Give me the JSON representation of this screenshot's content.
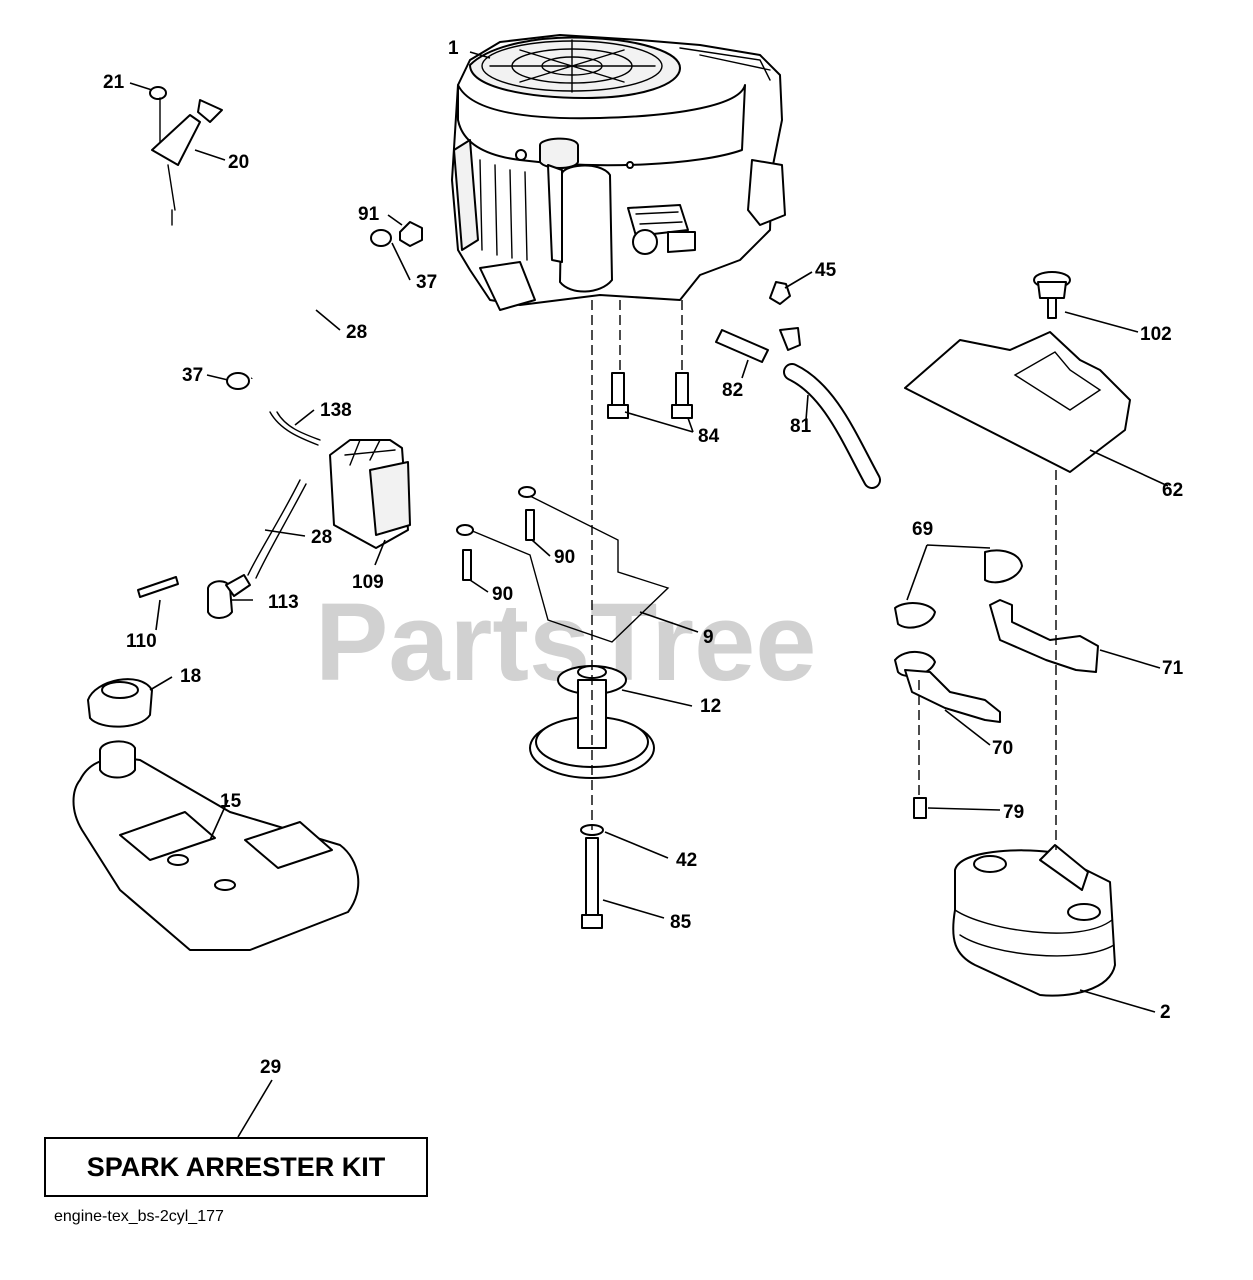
{
  "watermark": "PartsTree",
  "kit_label": "SPARK ARRESTER KIT",
  "footer_code": "engine-tex_bs-2cyl_177",
  "callouts": {
    "c1": "1",
    "c2": "2",
    "c9": "9",
    "c12": "12",
    "c15": "15",
    "c18": "18",
    "c20": "20",
    "c21": "21",
    "c28a": "28",
    "c28b": "28",
    "c29": "29",
    "c37a": "37",
    "c37b": "37",
    "c42": "42",
    "c45": "45",
    "c62": "62",
    "c69": "69",
    "c70": "70",
    "c71": "71",
    "c79": "79",
    "c81": "81",
    "c82": "82",
    "c84": "84",
    "c85": "85",
    "c90a": "90",
    "c90b": "90",
    "c91": "91",
    "c102": "102",
    "c109": "109",
    "c110": "110",
    "c113": "113",
    "c138": "138"
  },
  "icons": {
    "engine": "engine-icon",
    "muffler": "muffler-icon",
    "fuel_tank": "fuel-tank-icon",
    "pulley": "pulley-icon",
    "heat_shield": "heat-shield-icon",
    "fuel_filter": "fuel-filter-icon"
  }
}
